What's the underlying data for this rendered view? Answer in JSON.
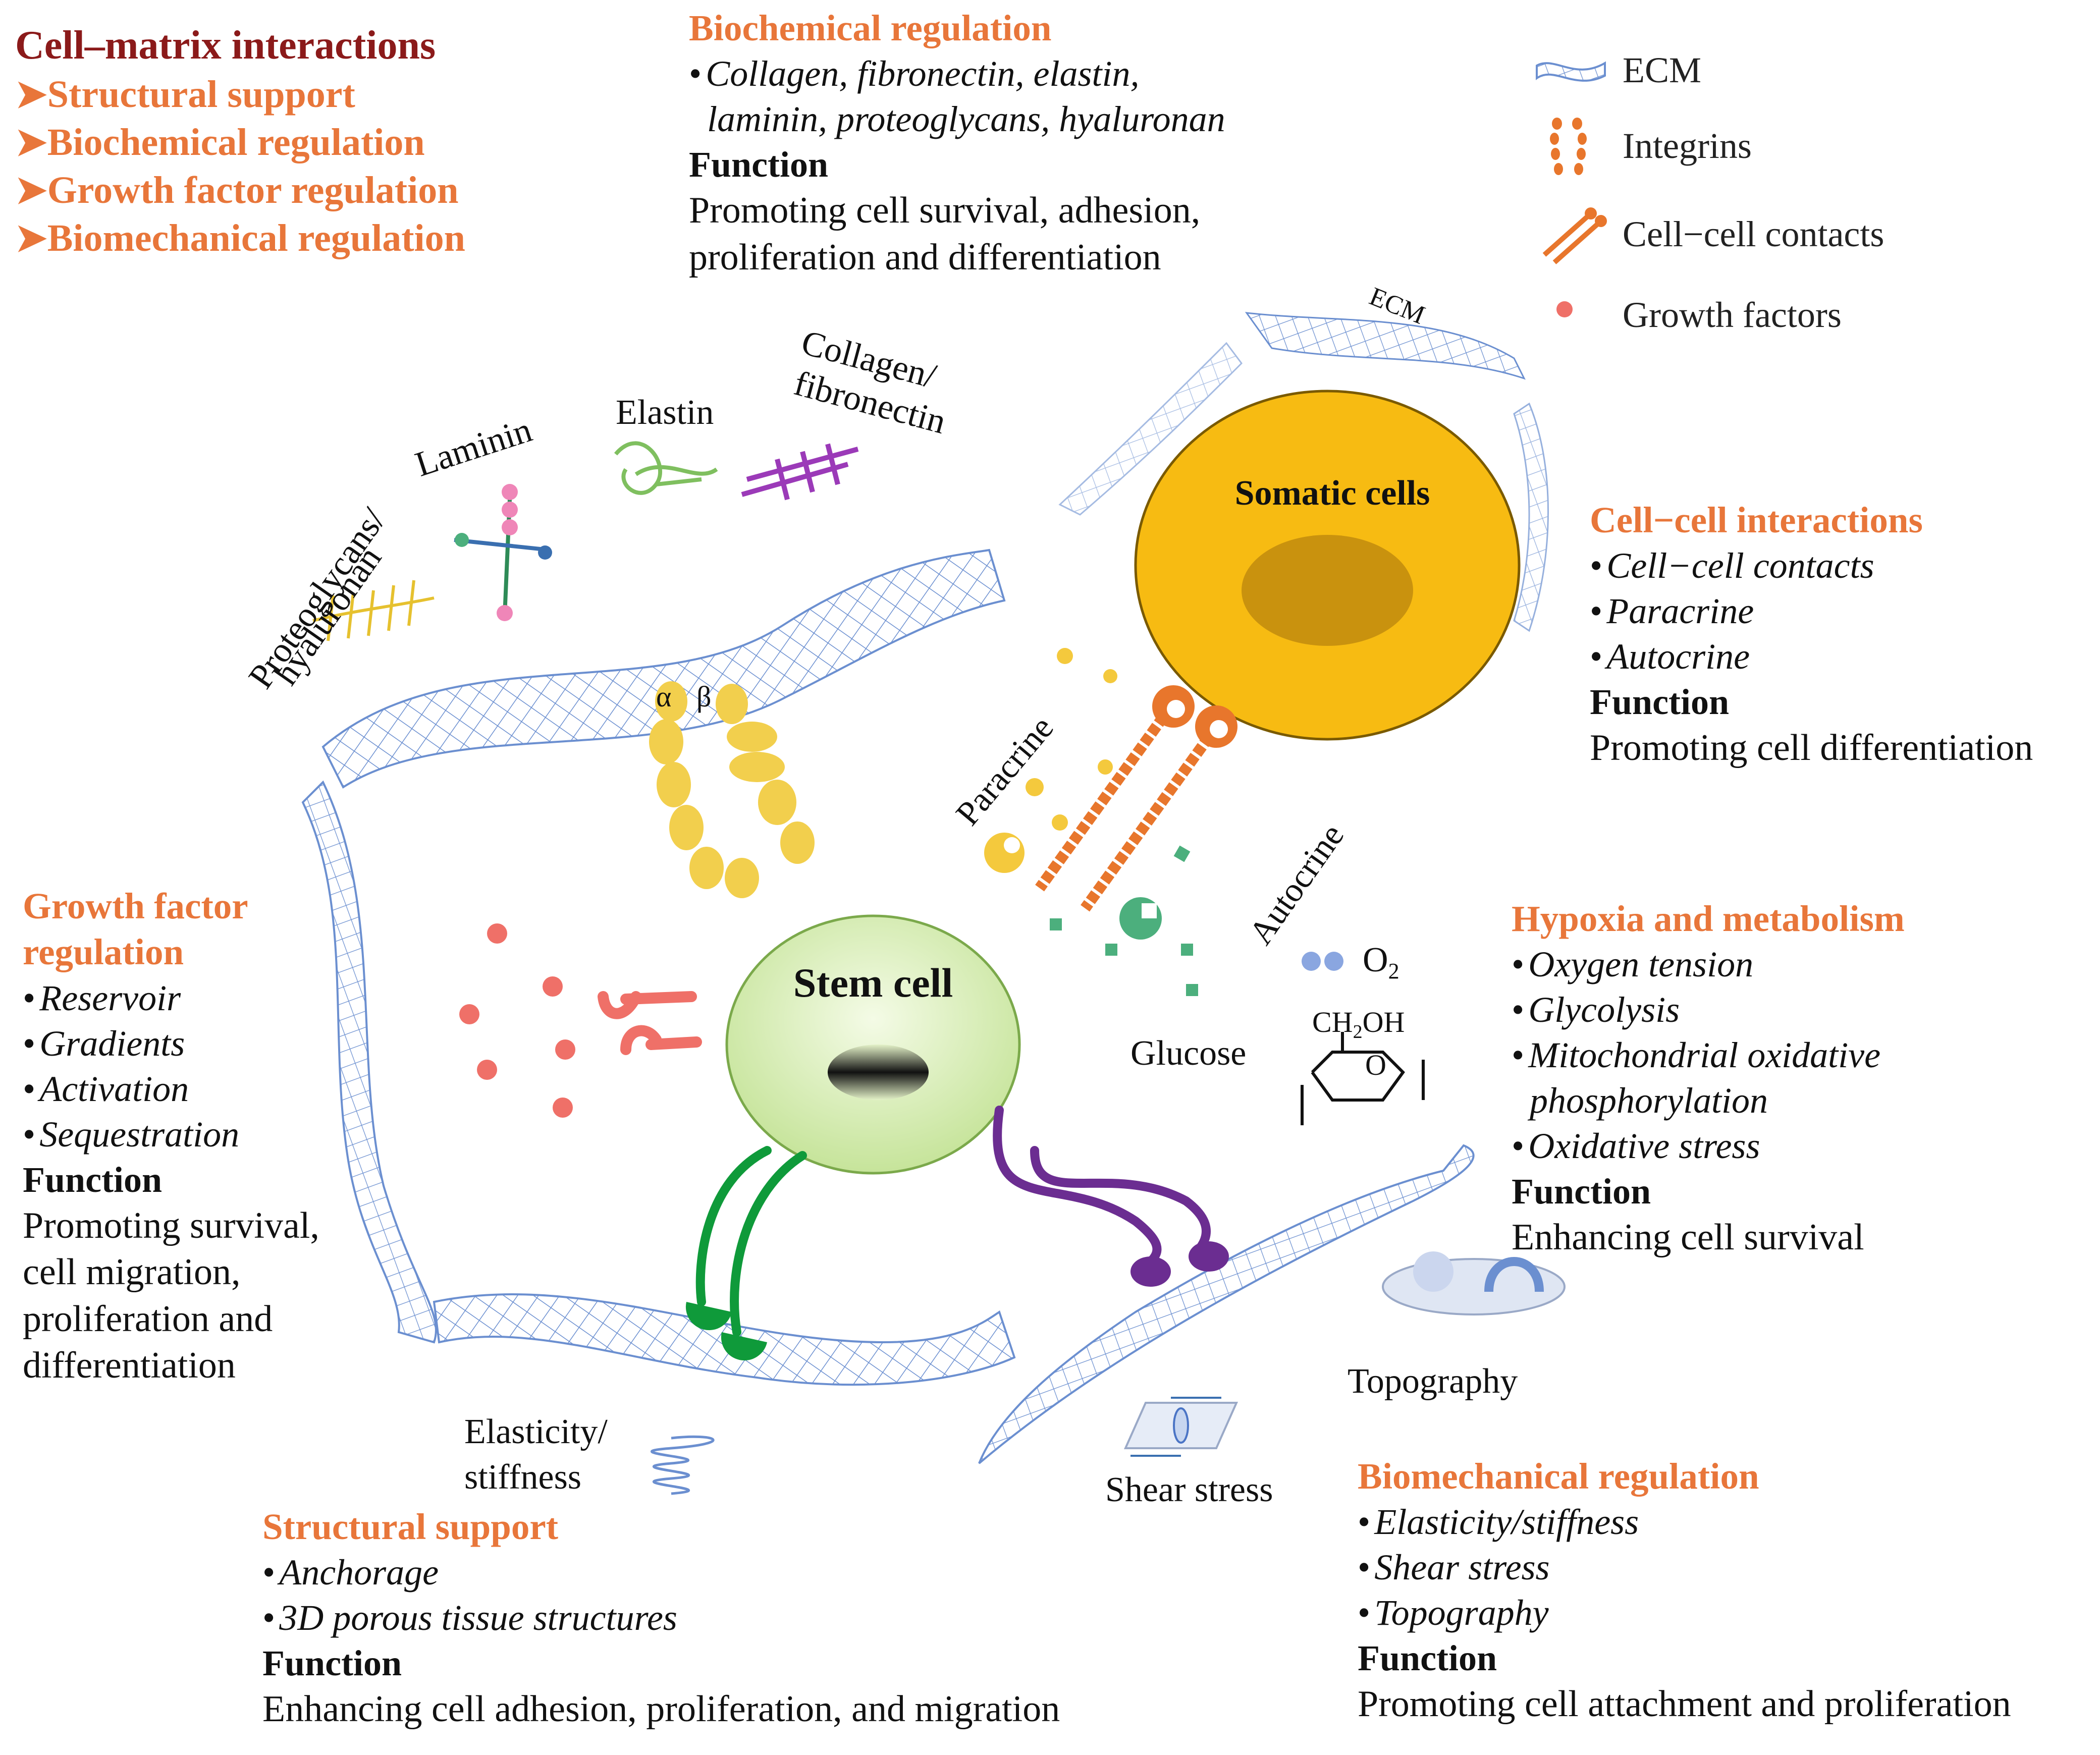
{
  "colors": {
    "title_dark_red": "#8b1a1a",
    "heading_orange": "#e8763a",
    "ecm_blue": "#6b8fd0",
    "integrin_yellow": "#f2cf4d",
    "cell_contact_orange": "#e8762c",
    "growth_factor_red": "#ef7068",
    "somatic_yellow": "#f7bb12",
    "somatic_nucleus": "#c9920e",
    "stem_green": "#d8efb8",
    "arrow_green": "#0f9a3a",
    "arrow_purple": "#6b2d91",
    "paracrine_yellow": "#f4c93d",
    "autocrine_green": "#4caf7d",
    "collagen_purple": "#9b3ab8",
    "proteoglycan_yellow": "#e6c12f"
  },
  "cell_matrix": {
    "title": "Cell–matrix interactions",
    "items": [
      {
        "label": "Structural support"
      },
      {
        "label": "Biochemical regulation"
      },
      {
        "label": "Growth factor  regulation"
      },
      {
        "label": "Biomechanical regulation"
      }
    ]
  },
  "biochemical": {
    "heading": "Biochemical regulation",
    "bullet_line1": "Collagen, fibronectin, elastin,",
    "bullet_line2": "laminin, proteoglycans, hyaluronan",
    "function_label": "Function",
    "function_line1": "Promoting cell survival, adhesion,",
    "function_line2": "proliferation and differentiation"
  },
  "legend": {
    "items": [
      {
        "label": "ECM",
        "icon": "ecm-icon"
      },
      {
        "label": "Integrins",
        "icon": "integrin-icon"
      },
      {
        "label": "Cell−cell contacts",
        "icon": "cell-contact-icon"
      },
      {
        "label": "Growth factors",
        "icon": "growth-factor-icon"
      }
    ]
  },
  "cell_cell": {
    "heading": "Cell−cell interactions",
    "bullets": [
      "Cell−cell contacts",
      "Paracrine",
      "Autocrine"
    ],
    "function_label": "Function",
    "function_text": "Promoting cell differentiation"
  },
  "growth_factor": {
    "heading_line1": "Growth factor",
    "heading_line2": "regulation",
    "bullets": [
      "Reservoir",
      "Gradients",
      "Activation",
      "Sequestration"
    ],
    "function_label": "Function",
    "function_lines": [
      "Promoting survival,",
      "cell migration,",
      "proliferation and",
      "differentiation"
    ]
  },
  "hypoxia": {
    "heading": "Hypoxia and metabolism",
    "bullets": [
      "Oxygen tension",
      "Glycolysis",
      "Mitochondrial oxidative"
    ],
    "bullet_cont": "phosphorylation",
    "bullets_after": [
      "Oxidative stress"
    ],
    "function_label": "Function",
    "function_text": "Enhancing cell survival"
  },
  "structural": {
    "heading": "Structural support",
    "bullets": [
      "Anchorage",
      "3D porous tissue structures"
    ],
    "function_label": "Function",
    "function_text": "Enhancing cell adhesion, proliferation, and migration"
  },
  "biomechanical": {
    "heading": "Biomechanical regulation",
    "bullets": [
      "Elasticity/stiffness",
      "Shear stress",
      "Topography"
    ],
    "function_label": "Function",
    "function_text": "Promoting cell attachment and proliferation"
  },
  "diagram": {
    "stem_cell": "Stem cell",
    "somatic_cells": "Somatic cells",
    "ecm_label": "ECM",
    "laminin": "Laminin",
    "elastin": "Elastin",
    "collagen_line1": "Collagen/",
    "collagen_line2": "fibronectin",
    "proteo_line1": "Proteoglycans/",
    "proteo_line2": "hyaluronan",
    "alpha": "α",
    "beta": "β",
    "paracrine": "Paracrine",
    "autocrine": "Autocrine",
    "o2_main": "O",
    "o2_sub": "2",
    "glucose": "Glucose",
    "ch2oh_a": "CH",
    "ch2oh_sub": "2",
    "ch2oh_b": "OH",
    "ring_o": "O",
    "topography": "Topography",
    "elasticity_line1": "Elasticity/",
    "elasticity_line2": "stiffness",
    "shear_stress": "Shear stress"
  }
}
